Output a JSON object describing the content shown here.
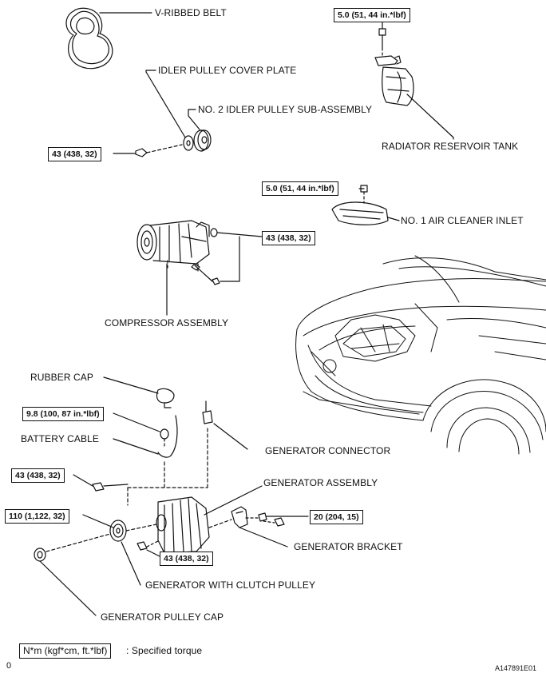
{
  "labels": {
    "v_ribbed_belt": "V-RIBBED BELT",
    "idler_cover_plate": "IDLER PULLEY COVER PLATE",
    "no2_idler": "NO. 2 IDLER PULLEY SUB-ASSEMBLY",
    "radiator_tank": "RADIATOR RESERVOIR TANK",
    "no1_air_cleaner": "NO. 1 AIR CLEANER INLET",
    "compressor": "COMPRESSOR ASSEMBLY",
    "rubber_cap": "RUBBER CAP",
    "battery_cable": "BATTERY CABLE",
    "generator_connector": "GENERATOR CONNECTOR",
    "generator_assembly": "GENERATOR ASSEMBLY",
    "generator_bracket": "GENERATOR BRACKET",
    "generator_clutch_pulley": "GENERATOR WITH CLUTCH PULLEY",
    "generator_pulley_cap": "GENERATOR PULLEY CAP"
  },
  "torques": {
    "radiator_tank": "5.0 (51, 44 in.*lbf)",
    "idler": "43 (438, 32)",
    "air_cleaner": "5.0 (51, 44 in.*lbf)",
    "compressor": "43 (438, 32)",
    "rubber_cap_nut": "9.8 (100, 87 in.*lbf)",
    "generator_bolt_upper": "43 (438, 32)",
    "generator_pulley": "110 (1,122, 32)",
    "generator_bracket": "20 (204, 15)",
    "generator_bolt_lower": "43 (438, 32)"
  },
  "legend": {
    "box_text": "N*m (kgf*cm, ft.*lbf)",
    "description": ": Specified torque"
  },
  "footer": {
    "left_mark": "0",
    "figure_id": "A147891E01"
  }
}
